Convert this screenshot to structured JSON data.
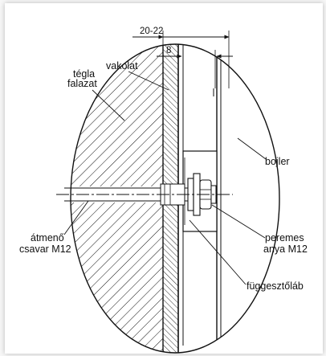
{
  "dimensions": {
    "outer": "20-22",
    "inner": "8"
  },
  "labels": {
    "tegla_falazat_line1": "tégla",
    "tegla_falazat_line2": "falazat",
    "vakolat": "vakolat",
    "bojler": "bojler",
    "atmeno_line1": "átmenő",
    "atmeno_line2": "csavar M12",
    "peremes_line1": "peremes",
    "peremes_line2": "anya M12",
    "fuggesztolab": "függesztőláb"
  },
  "colors": {
    "line": "#111111",
    "frame_bg": "#f7f7f7",
    "paper": "#ffffff"
  }
}
